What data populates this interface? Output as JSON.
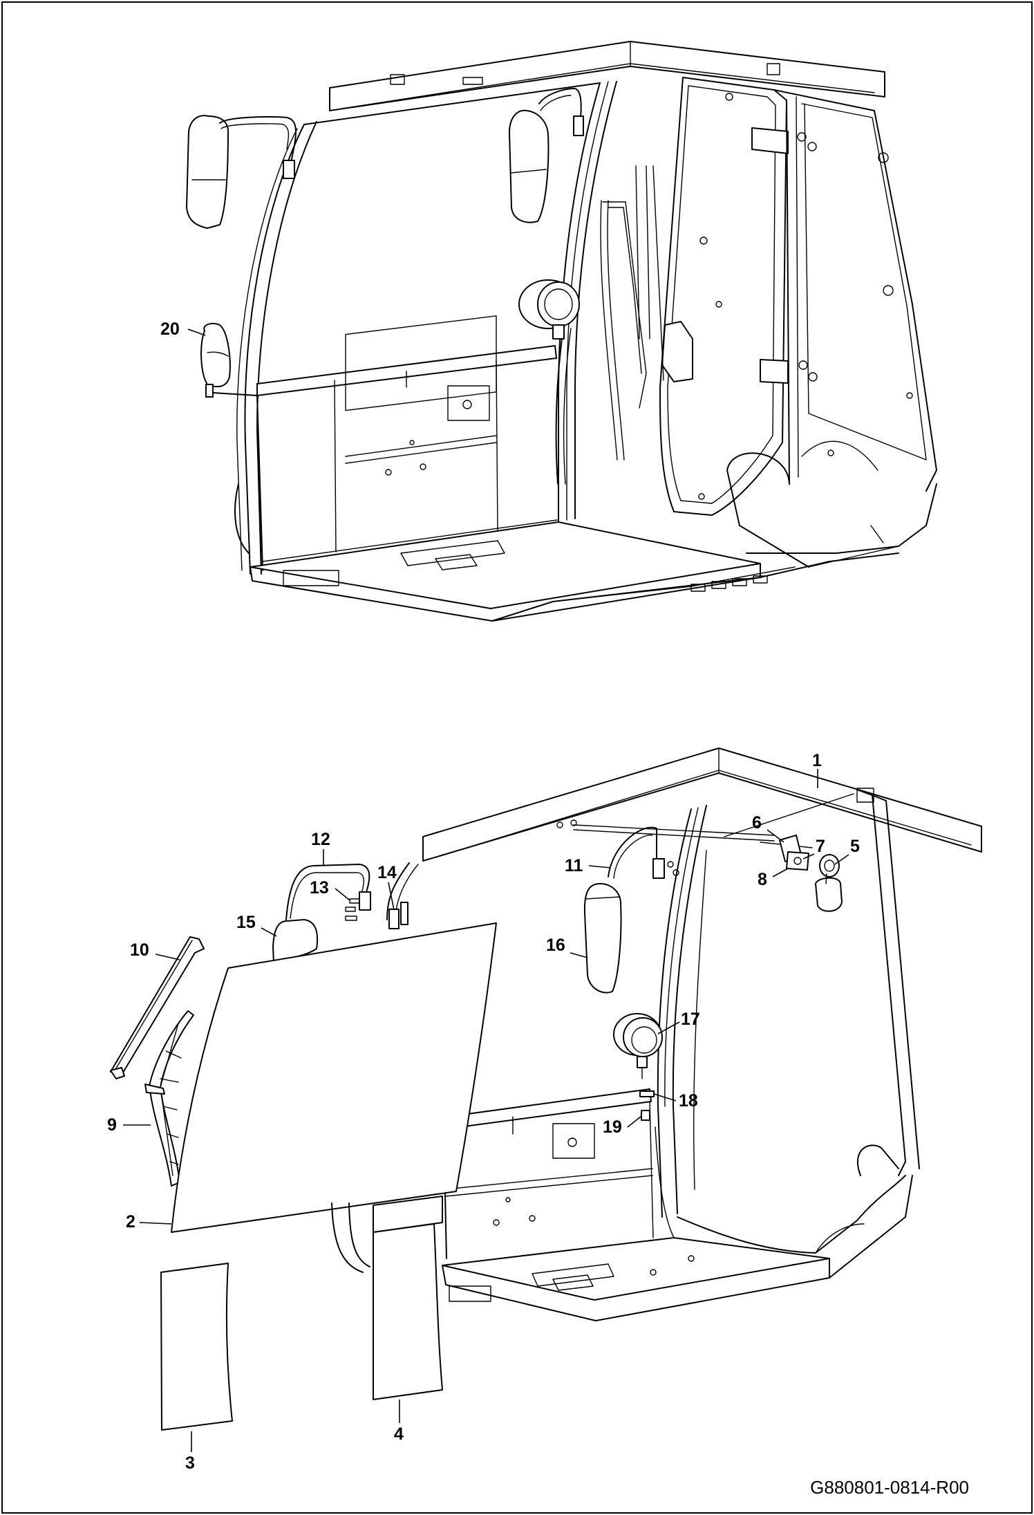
{
  "document": {
    "drawing_number": "G880801-0814-R00"
  },
  "callouts": {
    "c1": "1",
    "c2": "2",
    "c3": "3",
    "c4": "4",
    "c5": "5",
    "c6": "6",
    "c7": "7",
    "c8": "8",
    "c9": "9",
    "c10": "10",
    "c11": "11",
    "c12": "12",
    "c13": "13",
    "c14": "14",
    "c15": "15",
    "c16": "16",
    "c17": "17",
    "c18": "18",
    "c19": "19",
    "c20": "20"
  },
  "colors": {
    "line": "#000000",
    "background": "#ffffff"
  }
}
